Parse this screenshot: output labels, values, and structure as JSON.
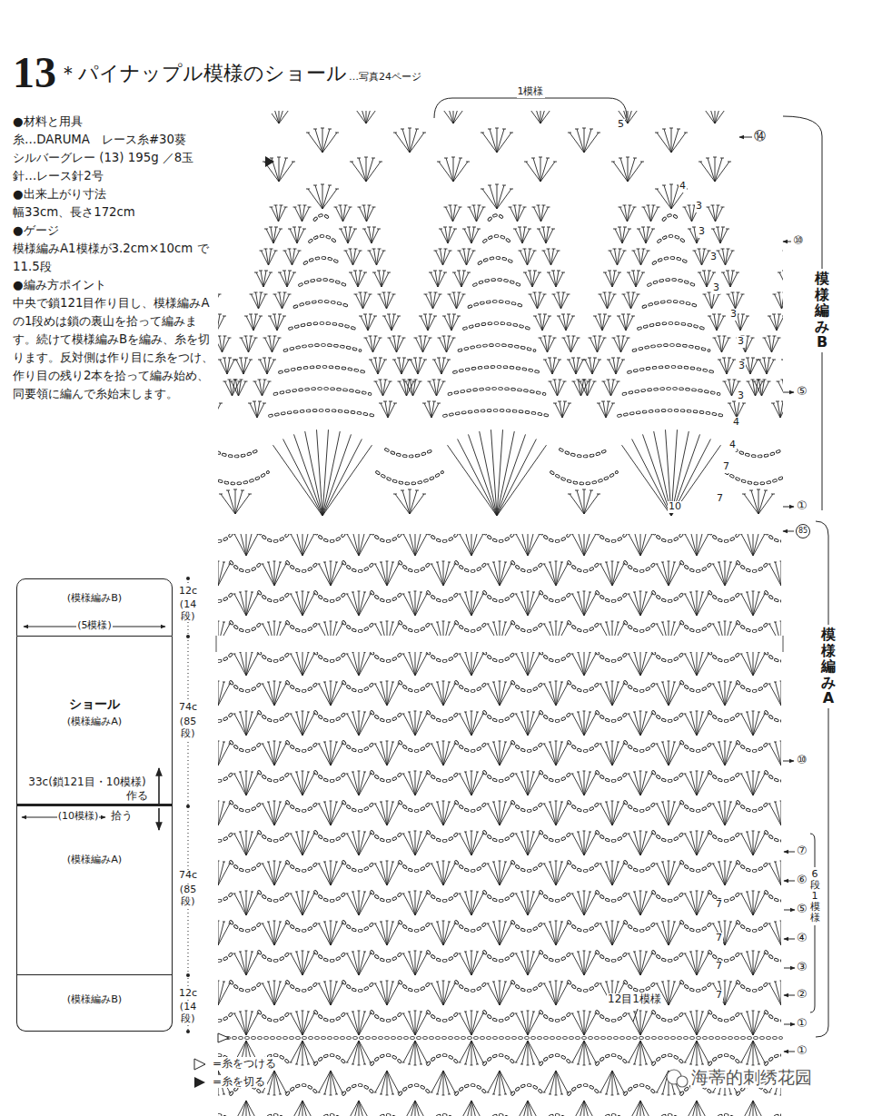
{
  "diagram": {
    "title": "＊パイナップル模様のショール",
    "nodes": [
      {
        "text": [
          "(模様編みB)"
        ]
      },
      {
        "text": [
          "ショール",
          "(模様編みA)"
        ]
      },
      {
        "text": [
          "(模様編みA)"
        ]
      },
      {
        "text": [
          "(模様編みB)"
        ]
      }
    ],
    "labels": [
      "13",
      "…写真24ページ",
      "●材料と用具",
      "糸…DARUMA　レース糸#30葵",
      "シルバーグレー (13) 195g ／8玉",
      "針…レース針2号",
      "●出来上がり寸法",
      "幅33cm、長さ172cm",
      "●ゲージ",
      "模様編みA1模様が3.2cm×10cm で11.5段",
      "●編み方ポイント",
      "中央で鎖121目作り目し、模様編みAの1段めは鎖の裏山を拾って編みます。続けて模様編みBを編み、糸を切ります。反対側は作り目に糸をつけ、作り目の残り2本を拾って編み始め、同要領に編んで糸始末します。",
      "1模様",
      "5",
      "4",
      "3",
      "3",
      "3",
      "3",
      "3",
      "3",
      "3",
      "3",
      "4",
      "4",
      "7",
      "10",
      "7",
      "⑭",
      "⑩",
      "⑤",
      "①",
      "85",
      "⑩",
      "⑦",
      "⑥",
      "⑤",
      "④",
      "③",
      "②",
      "①",
      "①",
      "模様編みB",
      "模様編みA",
      "6段1模様",
      "12目1模様",
      "7",
      "7",
      "7",
      "7",
      "(5模様)",
      "33c(鎖121目・10模様)",
      "作る",
      "(10模様)",
      "拾う",
      "12c",
      "(14段)",
      "74c",
      "(85段)",
      "74c",
      "(85段)",
      "12c",
      "(14段)",
      "海蒂的刺绣花园"
    ],
    "legend": [
      {
        "text": "=糸をつける"
      },
      {
        "text": "=糸を切る"
      }
    ]
  }
}
